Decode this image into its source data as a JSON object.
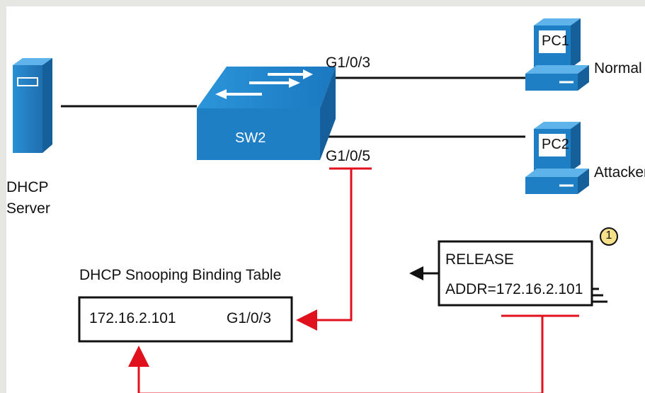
{
  "devices": {
    "server_label_line1": "DHCP",
    "server_label_line2": "Server",
    "switch_label": "SW2",
    "pc1_label": "PC1",
    "pc1_role": "Normal",
    "pc2_label": "PC2",
    "pc2_role": "Attacker"
  },
  "ports": {
    "port_pc1": "G1/0/3",
    "port_pc2": "G1/0/5"
  },
  "binding_table": {
    "title": "DHCP Snooping Binding Table",
    "ip": "172.16.2.101",
    "port": "G1/0/3"
  },
  "message": {
    "step": "1",
    "type": "RELEASE",
    "addr": "ADDR=172.16.2.101"
  },
  "colors": {
    "cisco_blue": "#1f7fc4",
    "arrow_red": "#e0101d",
    "step_badge": "#f7e08a"
  }
}
